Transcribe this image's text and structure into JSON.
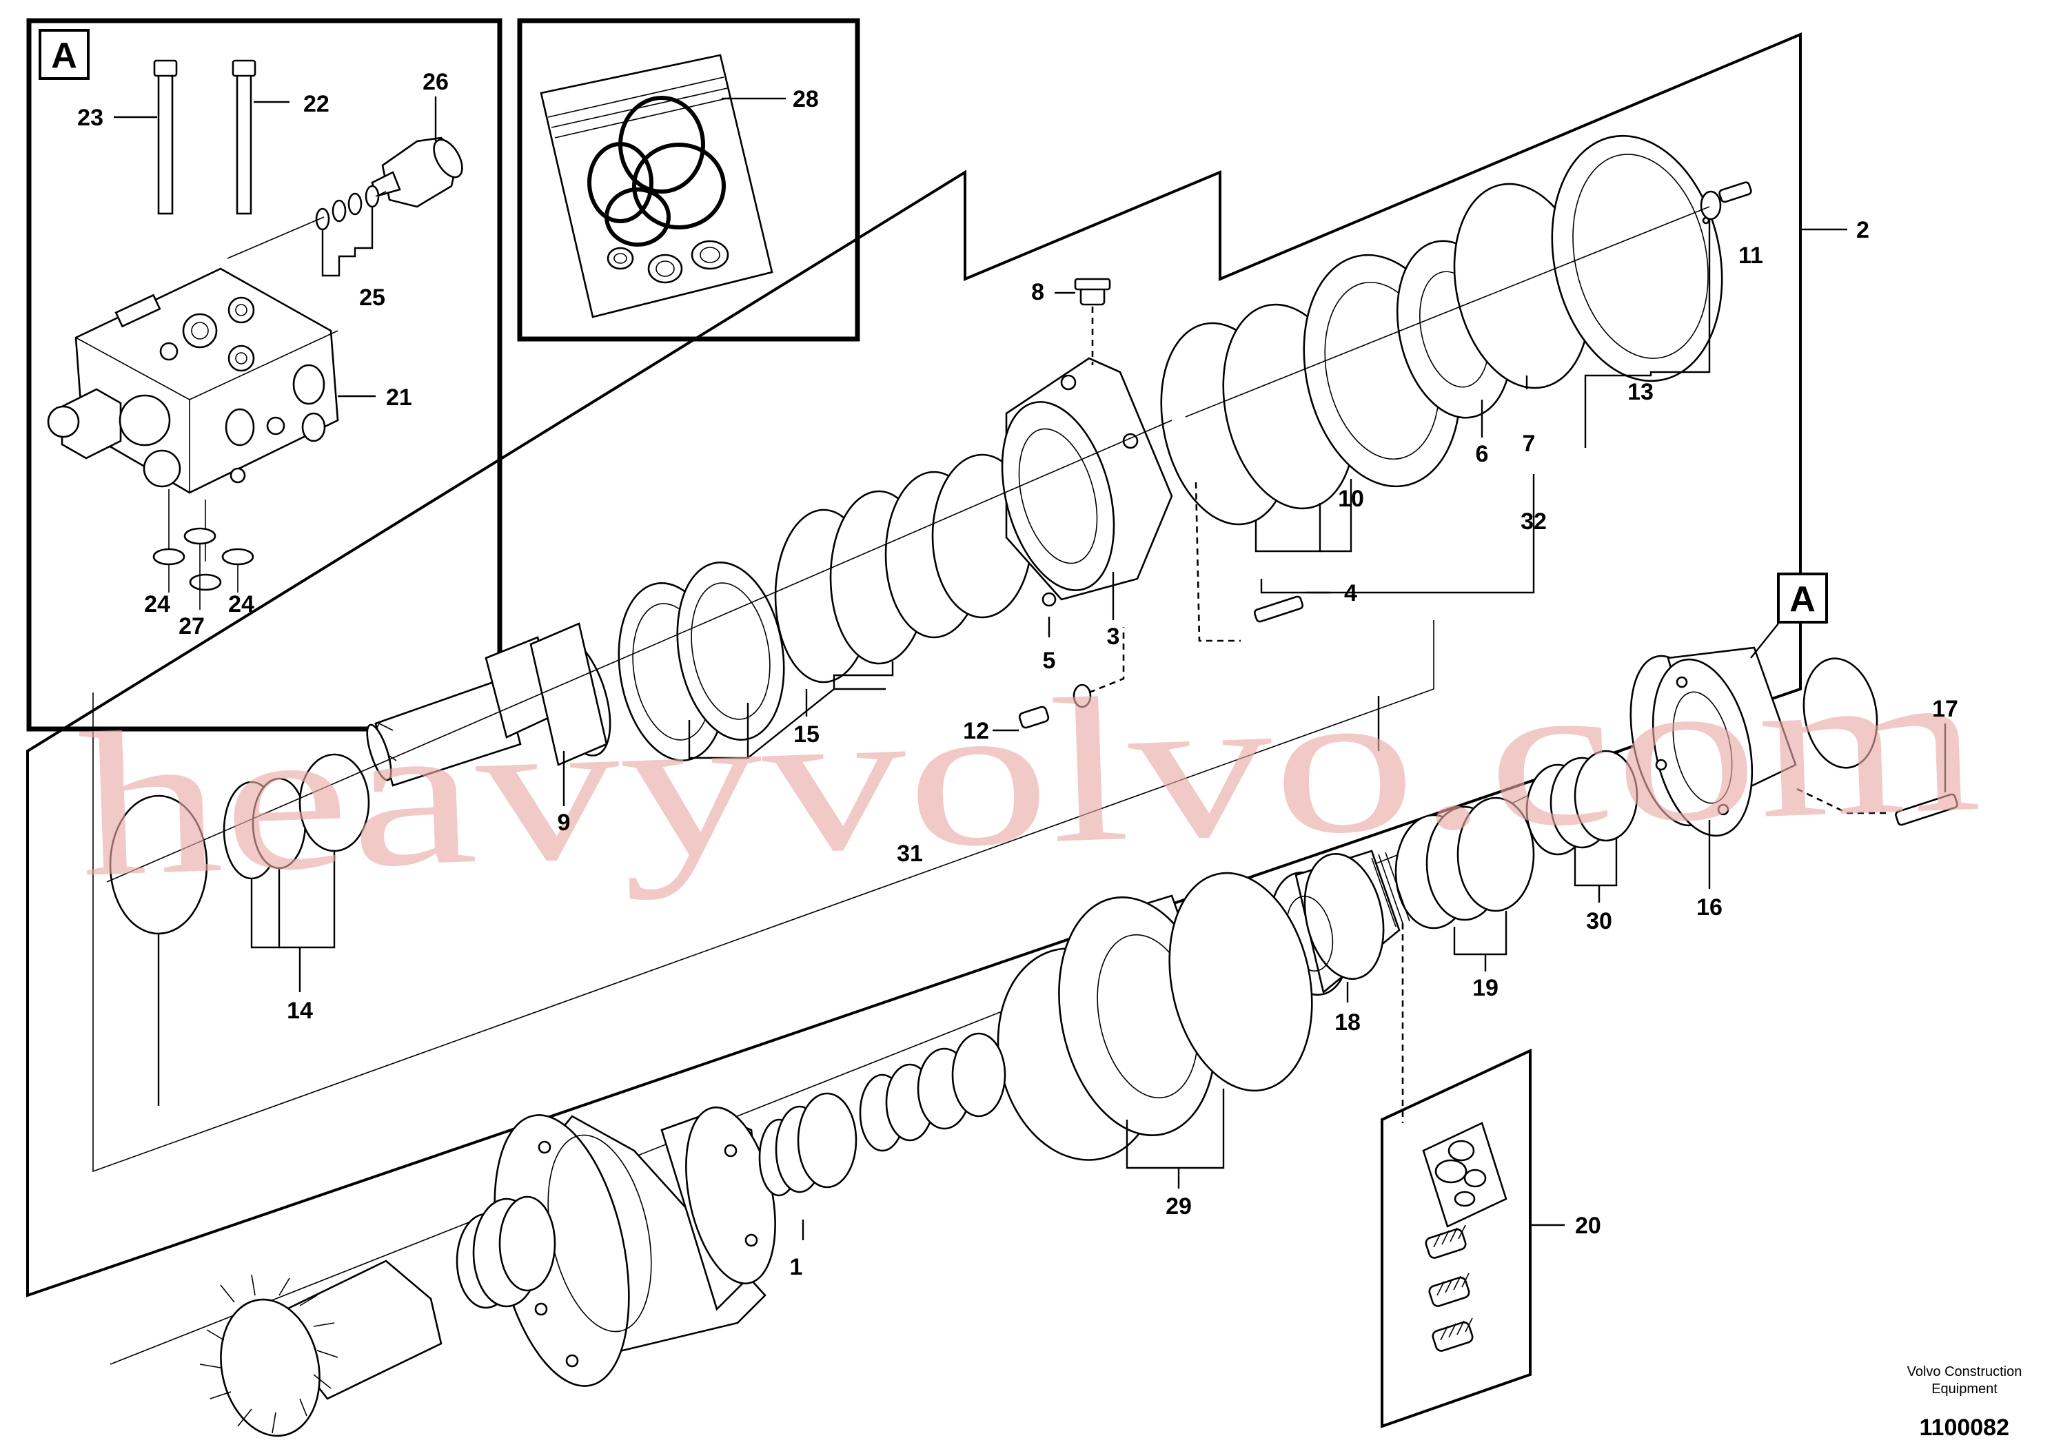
{
  "detail_label": "A",
  "callouts": [
    "1",
    "2",
    "3",
    "4",
    "5",
    "6",
    "7",
    "8",
    "9",
    "10",
    "11",
    "12",
    "13",
    "14",
    "15",
    "16",
    "17",
    "18",
    "19",
    "20",
    "21",
    "22",
    "23",
    "24",
    "24",
    "25",
    "26",
    "27",
    "28",
    "29",
    "30",
    "31",
    "32"
  ],
  "watermark": "heavyvolvo.com",
  "footer": {
    "company_line1": "Volvo Construction",
    "company_line2": "Equipment",
    "drawing_number": "1100082"
  }
}
